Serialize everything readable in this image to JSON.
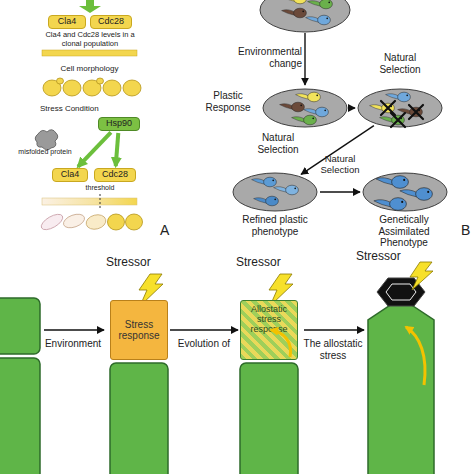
{
  "diagram": {
    "nodes": [
      {
        "text": [
          "Cla4"
        ]
      },
      {
        "text": [
          "Cdc28"
        ]
      },
      {
        "text": [
          "Hsp90"
        ]
      },
      {
        "text": [
          "Cla4"
        ]
      },
      {
        "text": [
          "Cdc28"
        ]
      },
      {
        "text": [
          "Plastic Response"
        ]
      },
      {
        "text": [
          "Natural Selection"
        ]
      },
      {
        "text": [
          "Refined plastic phenotype"
        ]
      },
      {
        "text": [
          "Genetically Assimilated Phenotype"
        ]
      },
      {
        "text": [
          "Stress response"
        ]
      },
      {
        "text": [
          "Allostatic stress response"
        ]
      }
    ],
    "edges": [
      {
        "from": 5,
        "to": 6,
        "arrow": "to"
      },
      {
        "from": 6,
        "to": 7,
        "label": "Natural Selection",
        "arrow": "to"
      },
      {
        "from": 7,
        "to": 8,
        "label": "Natural Selection",
        "arrow": "to"
      },
      {
        "from": 2,
        "to": 3,
        "arrow": "to"
      },
      {
        "from": 2,
        "to": 4,
        "arrow": "to"
      },
      {
        "from": 9,
        "to": 10,
        "label": "Evolution of",
        "arrow": "to"
      }
    ],
    "labels": [
      "Cla4 and Cdc28 levels in a clonal population",
      "Cell morphology",
      "Stress Condition",
      "misfolded protein",
      "threshold",
      "A",
      "Environmental change",
      "B",
      "Stressor",
      "Stressor",
      "Stressor",
      "Environment",
      "The allostatic stress"
    ]
  }
}
